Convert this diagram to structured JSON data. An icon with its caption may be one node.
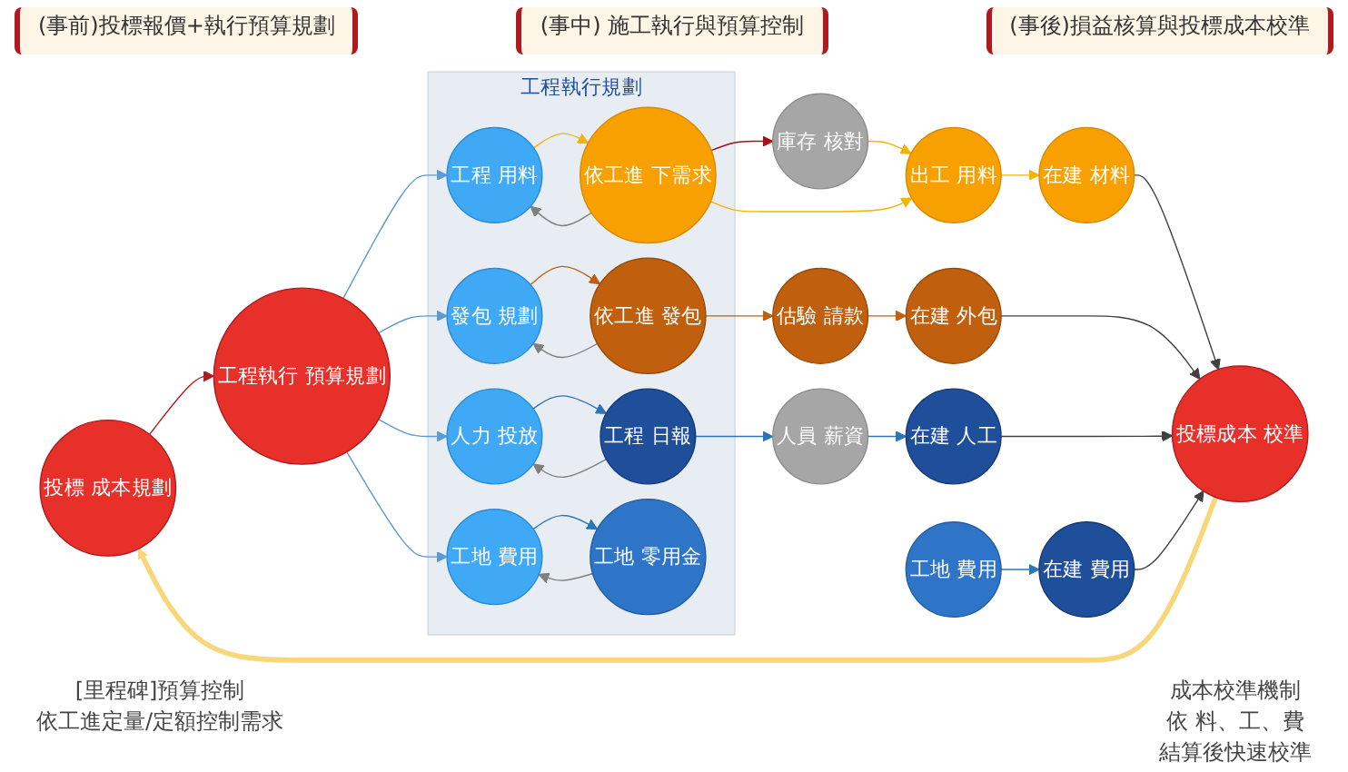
{
  "diagram": {
    "nodes": [
      {
        "text": [
          "投標 成本規劃"
        ]
      },
      {
        "text": [
          "工程執行 預算規劃"
        ]
      },
      {
        "text": [
          "工程執行規劃"
        ]
      },
      {
        "text": [
          "工程 用料"
        ],
        "in": 2
      },
      {
        "text": [
          "依工進 下需求"
        ],
        "in": 2
      },
      {
        "text": [
          "發包 規劃"
        ],
        "in": 2
      },
      {
        "text": [
          "依工進 發包"
        ],
        "in": 2
      },
      {
        "text": [
          "人力 投放"
        ],
        "in": 2
      },
      {
        "text": [
          "工程 日報"
        ],
        "in": 2
      },
      {
        "text": [
          "工地 費用"
        ],
        "in": 2
      },
      {
        "text": [
          "工地 零用金"
        ],
        "in": 2
      },
      {
        "text": [
          "庫存 核對"
        ]
      },
      {
        "text": [
          "出工 用料"
        ]
      },
      {
        "text": [
          "估驗 請款"
        ]
      },
      {
        "text": [
          "人員 薪資"
        ]
      },
      {
        "text": [
          "工地 費用"
        ]
      },
      {
        "text": [
          "在建 材料"
        ]
      },
      {
        "text": [
          "在建 外包"
        ]
      },
      {
        "text": [
          "在建 人工"
        ]
      },
      {
        "text": [
          "在建 費用"
        ]
      },
      {
        "text": [
          "投標成本 校準"
        ]
      }
    ],
    "edges": [
      {
        "from": 0,
        "to": 1,
        "arrow": "to",
        "color": "#b0191e"
      },
      {
        "from": 1,
        "to": 3,
        "arrow": "to",
        "color": "#5b9bd5"
      },
      {
        "from": 1,
        "to": 5,
        "arrow": "to",
        "color": "#5b9bd5"
      },
      {
        "from": 1,
        "to": 7,
        "arrow": "to",
        "color": "#5b9bd5"
      },
      {
        "from": 1,
        "to": 9,
        "arrow": "to",
        "color": "#5b9bd5"
      },
      {
        "from": 3,
        "to": 4,
        "arrow": "to",
        "color": "#f5b400"
      },
      {
        "from": 4,
        "to": 3,
        "arrow": "to",
        "color": "#7f7f7f"
      },
      {
        "from": 5,
        "to": 6,
        "arrow": "to",
        "color": "#c0600f"
      },
      {
        "from": 6,
        "to": 5,
        "arrow": "to",
        "color": "#7f7f7f"
      },
      {
        "from": 7,
        "to": 8,
        "arrow": "to",
        "color": "#2e75b6"
      },
      {
        "from": 8,
        "to": 7,
        "arrow": "to",
        "color": "#7f7f7f"
      },
      {
        "from": 9,
        "to": 10,
        "arrow": "to",
        "color": "#2e75b6"
      },
      {
        "from": 10,
        "to": 9,
        "arrow": "to",
        "color": "#7f7f7f"
      },
      {
        "from": 4,
        "to": 11,
        "arrow": "to",
        "color": "#a50f15"
      },
      {
        "from": 11,
        "to": 12,
        "arrow": "to",
        "color": "#f5b400"
      },
      {
        "from": 4,
        "to": 12,
        "arrow": "to",
        "color": "#f5b400"
      },
      {
        "from": 12,
        "to": 16,
        "arrow": "to",
        "color": "#f5b400"
      },
      {
        "from": 6,
        "to": 13,
        "arrow": "to",
        "color": "#c0600f"
      },
      {
        "from": 13,
        "to": 17,
        "arrow": "to",
        "color": "#c0600f"
      },
      {
        "from": 8,
        "to": 14,
        "arrow": "to",
        "color": "#2e75b6"
      },
      {
        "from": 14,
        "to": 18,
        "arrow": "to",
        "color": "#2e75b6"
      },
      {
        "from": 15,
        "to": 19,
        "arrow": "to",
        "color": "#2e75b6"
      },
      {
        "from": 16,
        "to": 20,
        "arrow": "to",
        "color": "#404040"
      },
      {
        "from": 17,
        "to": 20,
        "arrow": "to",
        "color": "#404040"
      },
      {
        "from": 18,
        "to": 20,
        "arrow": "to",
        "color": "#404040"
      },
      {
        "from": 19,
        "to": 20,
        "arrow": "to",
        "color": "#404040"
      },
      {
        "from": 20,
        "to": 0,
        "arrow": "to",
        "style": "thick",
        "color": "#f7d77a"
      }
    ],
    "labels": [
      "(事前)投標報價+執行預算規劃",
      "(事中) 施工執行與預算控制",
      "(事後)損益核算與投標成本校準",
      "[里程碑]預算控制",
      "依工進定量/定額控制需求",
      "成本校準機制",
      "依 料、工、費",
      "結算後快速校準"
    ]
  }
}
